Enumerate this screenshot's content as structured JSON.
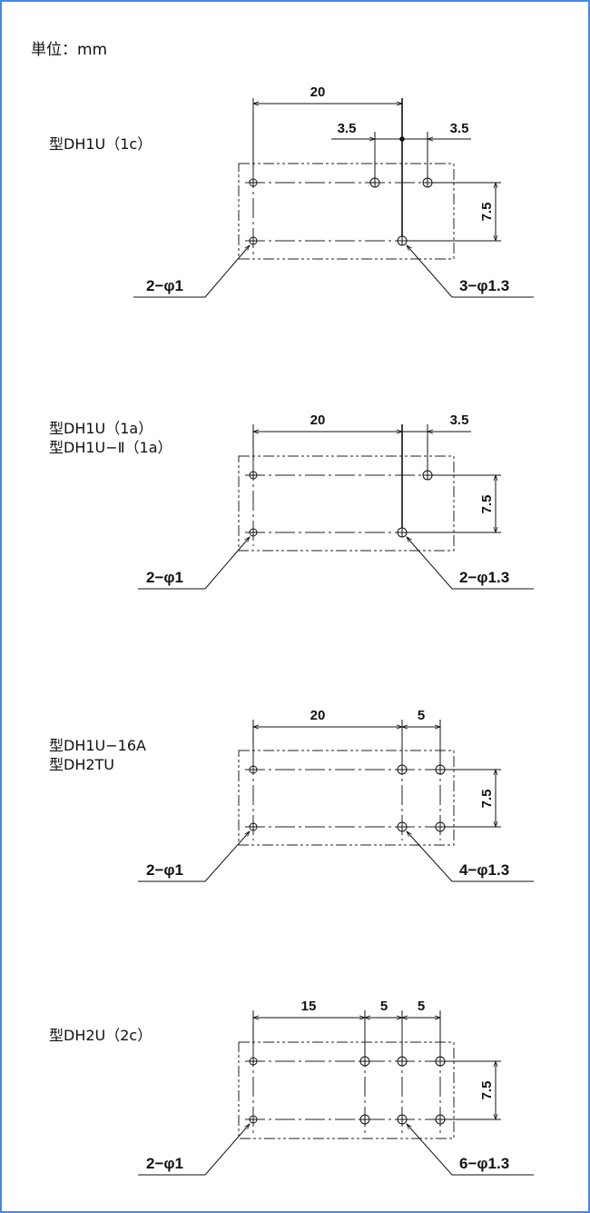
{
  "unit": "単位：mm",
  "diagrams": [
    {
      "models": [
        "型DH1U（1c）"
      ],
      "dims": [
        "20",
        "3.5",
        "3.5",
        "7.5"
      ],
      "holes_left": "2−φ1",
      "holes_right": "3−φ1.3"
    },
    {
      "models": [
        "型DH1U（1a）",
        "型DH1U−Ⅱ（1a）"
      ],
      "dims": [
        "20",
        "3.5",
        "7.5"
      ],
      "holes_left": "2−φ1",
      "holes_right": "2−φ1.3"
    },
    {
      "models": [
        "型DH1U−16A",
        "型DH2TU"
      ],
      "dims": [
        "20",
        "5",
        "7.5"
      ],
      "holes_left": "2−φ1",
      "holes_right": "4−φ1.3"
    },
    {
      "models": [
        "型DH2U（2c）"
      ],
      "dims": [
        "15",
        "5",
        "5",
        "7.5"
      ],
      "holes_left": "2−φ1",
      "holes_right": "6−φ1.3"
    }
  ]
}
